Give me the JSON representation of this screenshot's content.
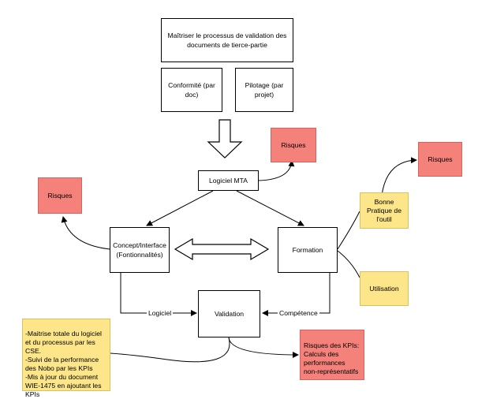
{
  "nodes": {
    "title": "Maîtriser le processus de validation des documents de tierce-partie",
    "conformite": "Conformité (par doc)",
    "pilotage": "Pilotage (par projet)",
    "logiciel_mta": "Logiciel MTA",
    "concept": "Concept/Interface (Fontionnalités)",
    "formation": "Formation",
    "validation": "Validation"
  },
  "notes": {
    "risques_top": "Risques",
    "risques_left": "Risques",
    "risques_right": "Risques",
    "bonne_pratique": "Bonne Pratique de l'outil",
    "utilisation": "Utilisation",
    "maitrise": "-Maitrise totale du logiciel et du processus par les CSE.\n-Suivi de la performance des Nobo par les KPIs\n-Mis à jour du document WIE-1475 en ajoutant les KPIs",
    "risques_kpis": "Risques des KPIs: Calculs des performances non-représentatifs"
  },
  "edge_labels": {
    "logiciel": "Logiciel",
    "competence": "Compétence"
  },
  "colors": {
    "risk_note": "#f4827b",
    "info_note": "#fde58a",
    "stroke": "#000000"
  }
}
